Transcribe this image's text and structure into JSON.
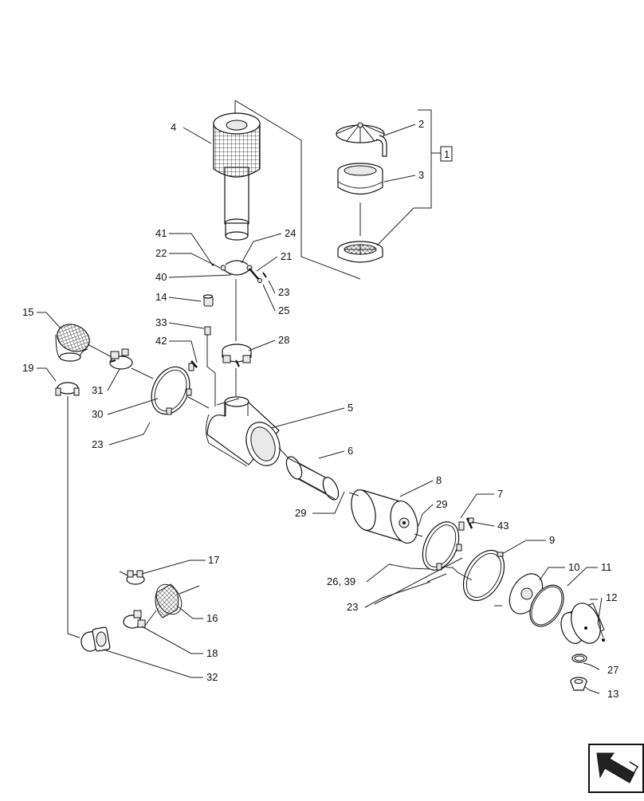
{
  "labels": {
    "l1": "1",
    "l2": "2",
    "l3": "3",
    "l4": "4",
    "l5": "5",
    "l6": "6",
    "l7": "7",
    "l8": "8",
    "l9": "9",
    "l10": "10",
    "l11": "11",
    "l12": "12",
    "l13": "13",
    "l14": "14",
    "l15": "15",
    "l16": "16",
    "l17": "17",
    "l18": "18",
    "l19": "19",
    "l21": "21",
    "l22": "22",
    "l23a": "23",
    "l23b": "23",
    "l23c": "23",
    "l24": "24",
    "l25": "25",
    "l26_39": "26, 39",
    "l27": "27",
    "l28": "28",
    "l29a": "29",
    "l29b": "29",
    "l30": "30",
    "l31": "31",
    "l32": "32",
    "l33": "33",
    "l40": "40",
    "l41": "41",
    "l42": "42",
    "l43": "43"
  },
  "icons": {
    "nav": "arrow-icon"
  }
}
